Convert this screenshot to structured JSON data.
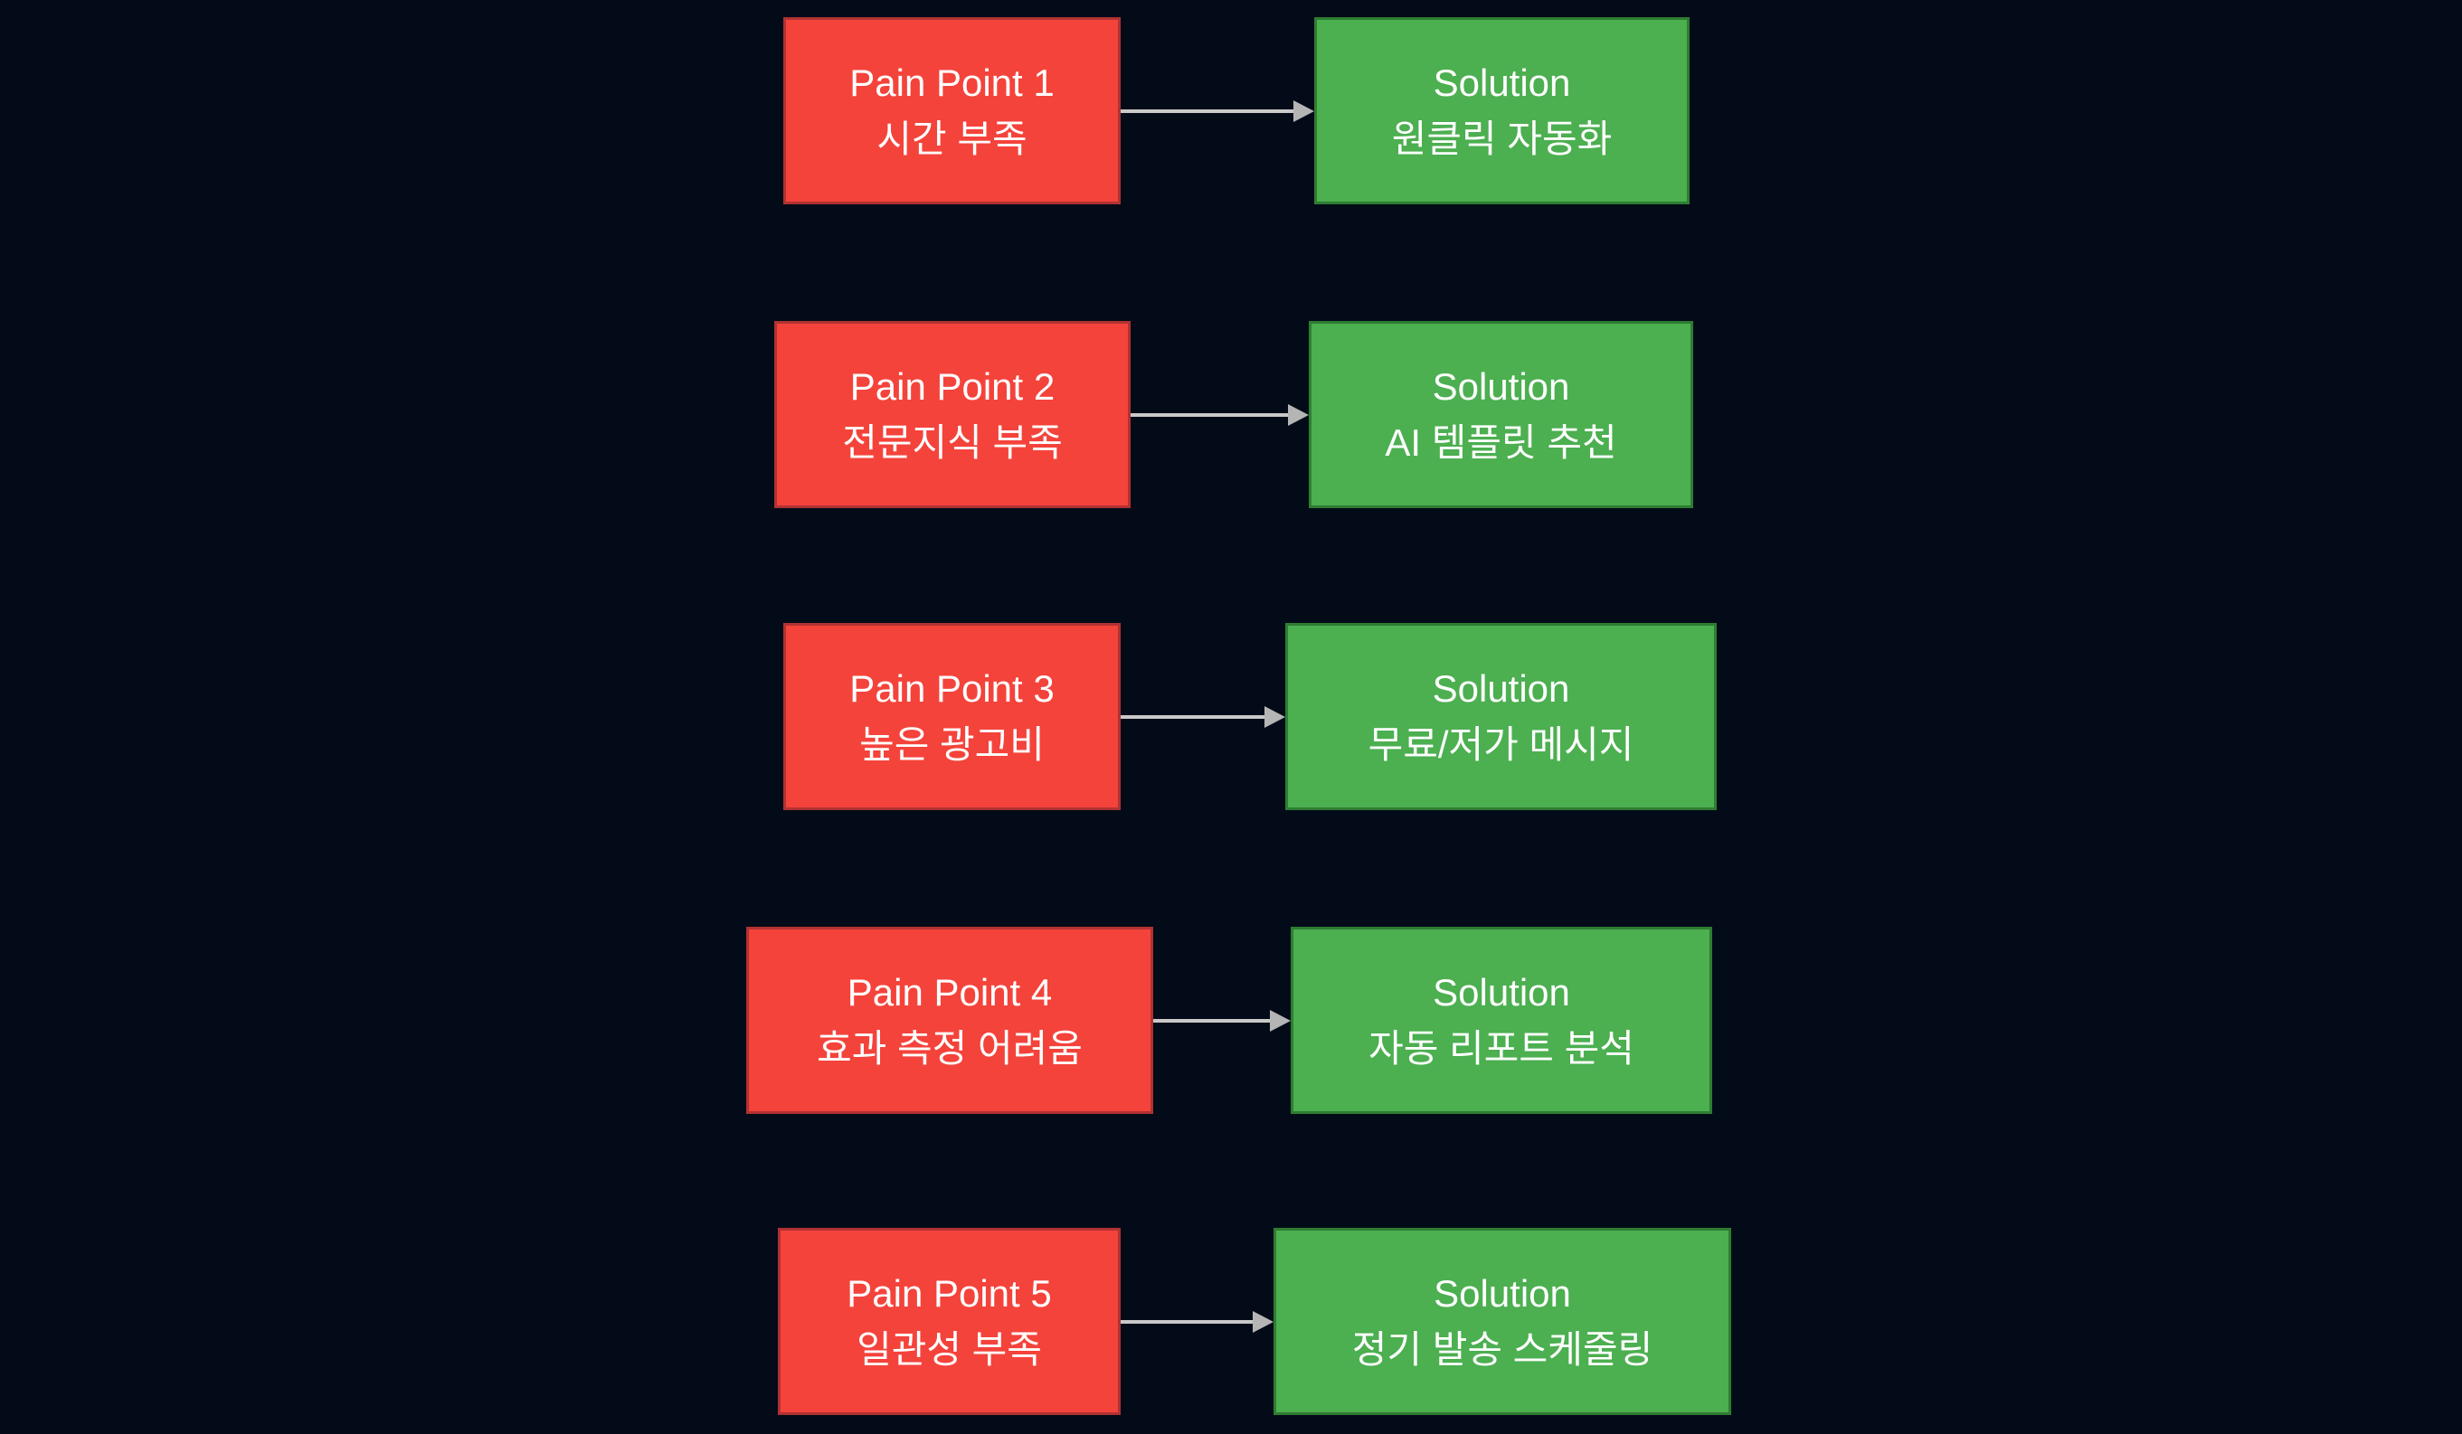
{
  "diagram": {
    "type": "pain-point-to-solution-mapping",
    "background_color": "#040b18",
    "colors": {
      "pain_fill": "#f4433b",
      "pain_border": "#b03232",
      "solution_fill": "#4caf50",
      "solution_border": "#2e7d32",
      "arrow": "#c9c9c9",
      "text": "#ffffff"
    },
    "rows": [
      {
        "pain_title": "Pain Point 1",
        "pain_desc": "시간 부족",
        "solution_title": "Solution",
        "solution_desc": "원클릭 자동화"
      },
      {
        "pain_title": "Pain Point 2",
        "pain_desc": "전문지식 부족",
        "solution_title": "Solution",
        "solution_desc": "AI 템플릿 추천"
      },
      {
        "pain_title": "Pain Point 3",
        "pain_desc": "높은 광고비",
        "solution_title": "Solution",
        "solution_desc": "무료/저가 메시지"
      },
      {
        "pain_title": "Pain Point 4",
        "pain_desc": "효과 측정 어려움",
        "solution_title": "Solution",
        "solution_desc": "자동 리포트 분석"
      },
      {
        "pain_title": "Pain Point 5",
        "pain_desc": "일관성 부족",
        "solution_title": "Solution",
        "solution_desc": "정기 발송 스케줄링"
      }
    ]
  }
}
